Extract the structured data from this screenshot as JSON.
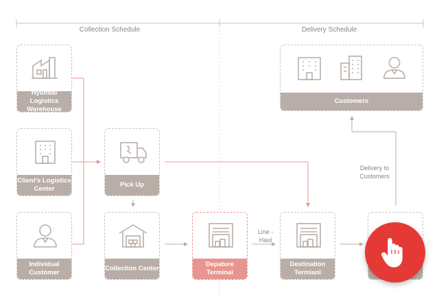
{
  "sections": {
    "collection": "Collection Schedule",
    "delivery": "Delivery Schedule"
  },
  "nodes": {
    "hyundai": "Hyundai Logistics Warehouse",
    "client": "Client's Logistics Center",
    "individual": "Individual Customer",
    "pickup": "Pick Up",
    "collection_center": "Collection Center",
    "departure": "Depature Terminal",
    "destination": "Destination Termianl",
    "customers": "Customers"
  },
  "notes": {
    "linehaul": "Line - Haul",
    "delivery": "Delivery to Customers"
  },
  "colors": {
    "accent": "#e8948f",
    "caption": "#b9aea7",
    "button": "#e53935"
  }
}
